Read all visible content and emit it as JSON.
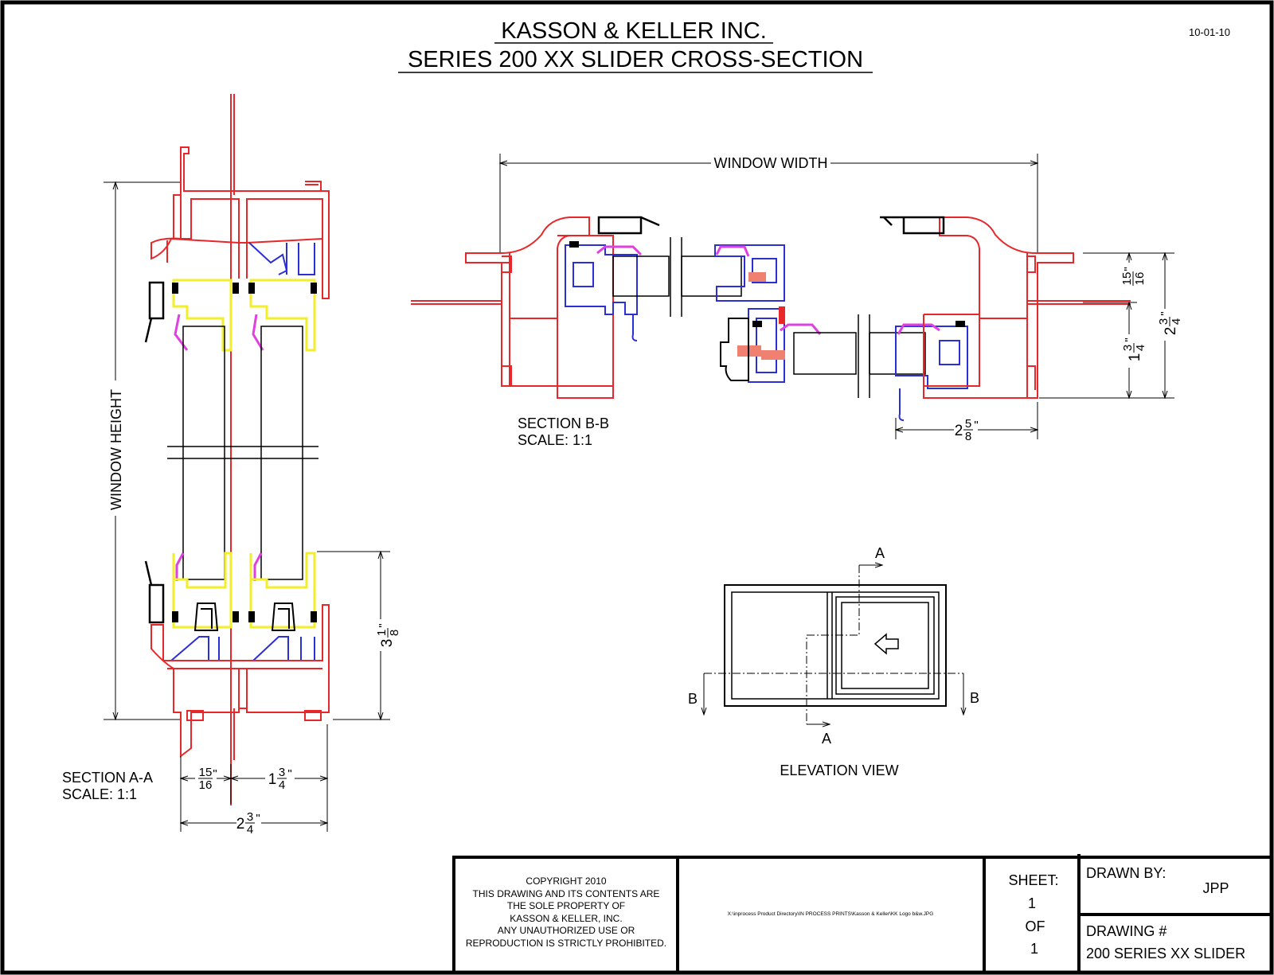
{
  "header": {
    "company": "KASSON & KELLER INC.",
    "subtitle": "SERIES 200 XX SLIDER CROSS-SECTION",
    "date": "10-01-10"
  },
  "section_aa": {
    "label": "SECTION A-A",
    "scale": "SCALE: 1:1",
    "height_label": "WINDOW HEIGHT",
    "dim_a_whole": "",
    "dim_a_num": "15",
    "dim_a_den": "16",
    "dim_a_unit": "\"",
    "dim_b_whole": "1",
    "dim_b_num": "3",
    "dim_b_den": "4",
    "dim_b_unit": "\"",
    "dim_c_whole": "2",
    "dim_c_num": "3",
    "dim_c_den": "4",
    "dim_c_unit": "\"",
    "dim_d_whole": "3",
    "dim_d_num": "1",
    "dim_d_den": "8",
    "dim_d_unit": "\""
  },
  "section_bb": {
    "label": "SECTION B-B",
    "scale": "SCALE: 1:1",
    "width_label": "WINDOW WIDTH",
    "dim_a_whole": "2",
    "dim_a_num": "5",
    "dim_a_den": "8",
    "dim_a_unit": "\"",
    "dim_b_whole": "",
    "dim_b_num": "15",
    "dim_b_den": "16",
    "dim_b_unit": "\"",
    "dim_c_whole": "1",
    "dim_c_num": "3",
    "dim_c_den": "4",
    "dim_c_unit": "\"",
    "dim_d_whole": "2",
    "dim_d_num": "3",
    "dim_d_den": "4",
    "dim_d_unit": "\""
  },
  "elevation": {
    "label": "ELEVATION VIEW",
    "cut_a_top": "A",
    "cut_a_bottom": "A",
    "cut_b_left": "B",
    "cut_b_right": "B"
  },
  "title_block": {
    "copyright_lines": [
      "COPYRIGHT 2010",
      "THIS DRAWING AND ITS CONTENTS ARE",
      "THE SOLE PROPERTY OF",
      "KASSON & KELLER, INC.",
      "ANY UNAUTHORIZED USE OR",
      "REPRODUCTION IS STRICTLY PROHIBITED."
    ],
    "logo_path": "X:\\inprocess Product Directory\\IN PROCESS PRINTS\\Kasson & Keller\\KK Logo b&w.JPG",
    "sheet_label": "SHEET:",
    "sheet_number": "1",
    "sheet_of": "OF",
    "sheet_total": "1",
    "drawn_by_label": "DRAWN BY:",
    "drawn_by": "JPP",
    "drawing_no_label": "DRAWING #",
    "drawing_no": "200 SERIES XX SLIDER"
  },
  "colors": {
    "frame": "#e8272a",
    "sash_blue": "#2a2fd6",
    "glazing_yellow": "#f2ee2a",
    "gasket_magenta": "#e040e0",
    "pin_salmon": "#f08070",
    "line": "#000000"
  }
}
